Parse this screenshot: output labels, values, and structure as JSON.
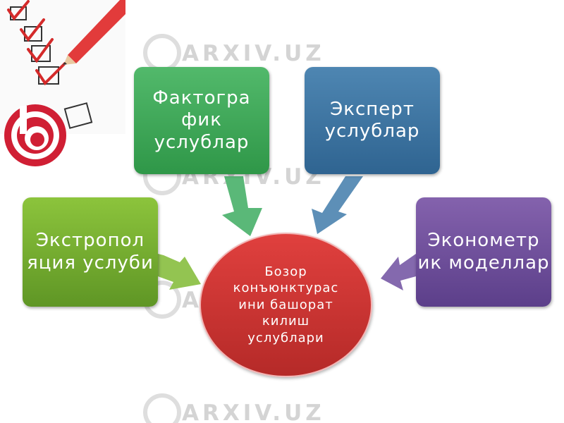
{
  "watermark": "ARXIV.UZ",
  "center": {
    "text": "Бозор конъюнктурас ини башорат килиш услублари",
    "color_top": "#e0403e",
    "color_bottom": "#b52a28"
  },
  "nodes": {
    "factographic": {
      "text": "Фактогра фик услублар",
      "color_top": "#52b96b",
      "color_bottom": "#2f9748"
    },
    "expert": {
      "text": "Эксперт услублар",
      "color_top": "#4e86b2",
      "color_bottom": "#2f6491"
    },
    "extrapolation": {
      "text": "Экстропол яция услуби",
      "color_top": "#8cc43c",
      "color_bottom": "#5f9625"
    },
    "econometric": {
      "text": "Эконометр ик моделлар",
      "color_top": "#8462ad",
      "color_bottom": "#5c3f8a"
    }
  },
  "arrow_colors": {
    "factographic": "#5ab878",
    "expert": "#5d8fb7",
    "extrapolation": "#93c451",
    "econometric": "#8469ae"
  },
  "icons": [
    "checklist-pencil-icon",
    "logo-icon"
  ]
}
